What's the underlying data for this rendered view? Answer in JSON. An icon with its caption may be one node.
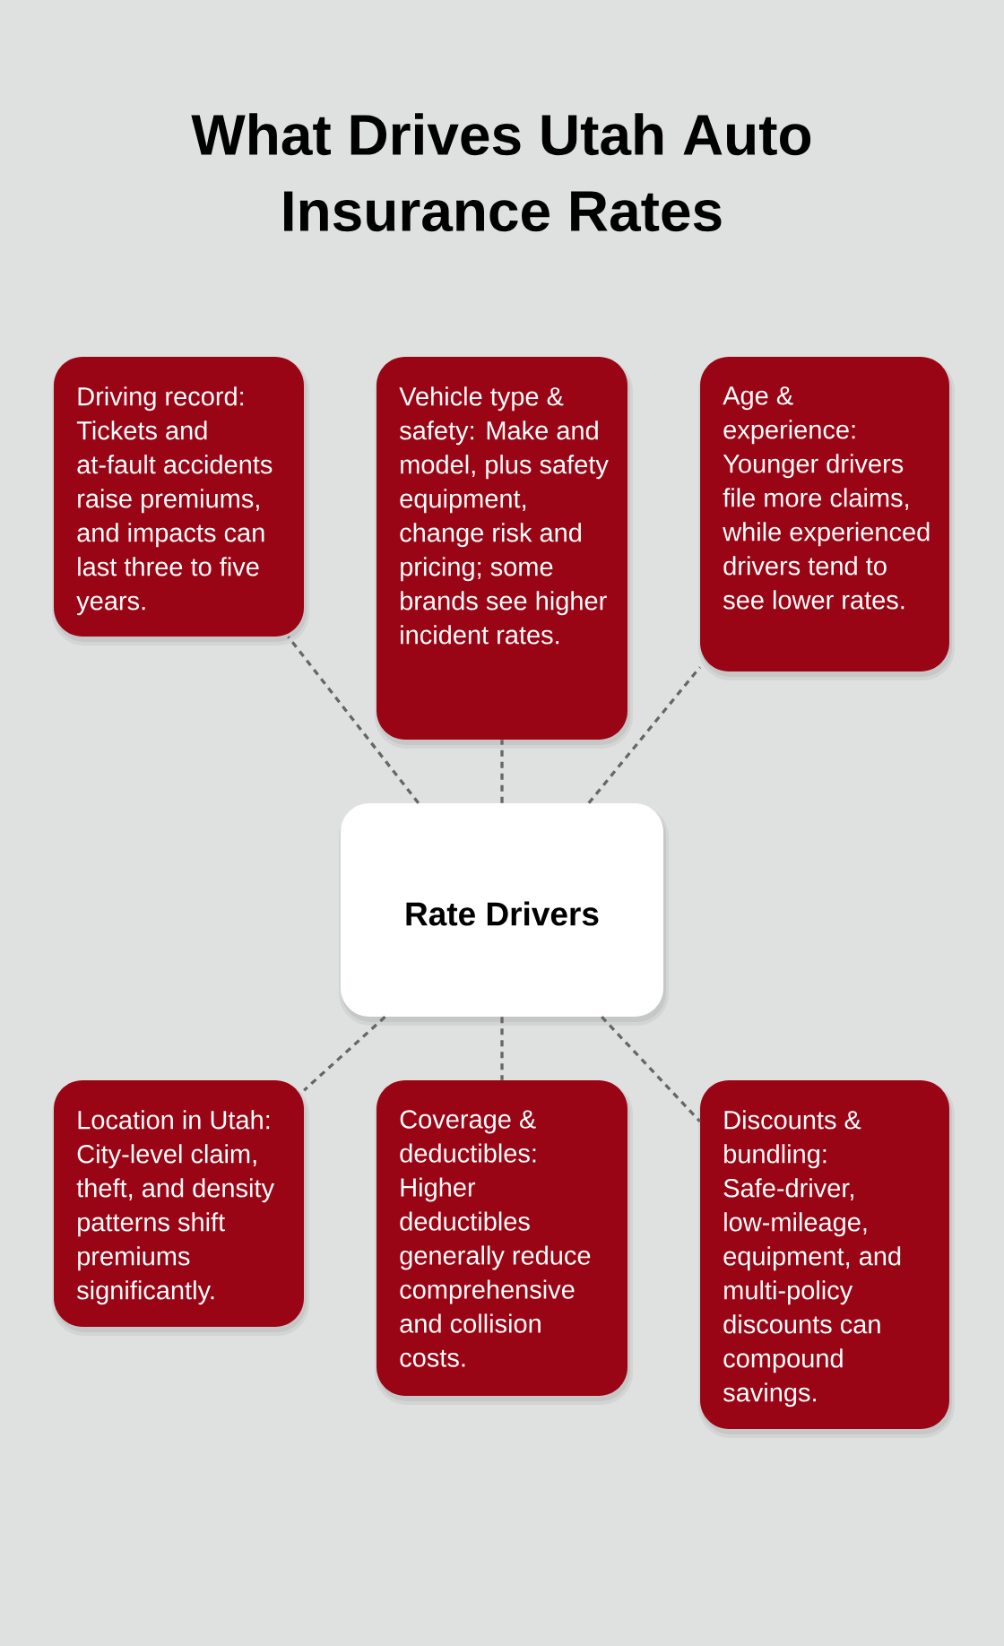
{
  "diagram": {
    "title": "What Drives Utah Auto Insurance Rates",
    "nodes": [
      {
        "text": [
          "Driving record: Tickets and at-fault accidents raise premiums, and impacts can last three to five years."
        ]
      },
      {
        "text": [
          "Vehicle type & safety: Make and model, plus safety equipment, change risk and pricing; some brands see higher incident rates."
        ]
      },
      {
        "text": [
          "Age & experience: Younger drivers file more claims, while experienced drivers tend to see lower rates."
        ]
      },
      {
        "text": [
          "Rate Drivers"
        ]
      },
      {
        "text": [
          "Location in Utah: City-level claim, theft, and density patterns shift premiums significantly."
        ]
      },
      {
        "text": [
          "Coverage & deductibles: Higher deductibles generally reduce comprehensive and collision costs."
        ]
      },
      {
        "text": [
          "Discounts & bundling: Safe-driver, low-mileage, equipment, and multi-policy discounts can compound savings."
        ]
      }
    ],
    "edges": [
      {
        "from": 3,
        "to": 0,
        "arrow": "none",
        "style": "dashed"
      },
      {
        "from": 3,
        "to": 1,
        "arrow": "none",
        "style": "dashed"
      },
      {
        "from": 3,
        "to": 2,
        "arrow": "none",
        "style": "dashed"
      },
      {
        "from": 3,
        "to": 4,
        "arrow": "none",
        "style": "dashed"
      },
      {
        "from": 3,
        "to": 5,
        "arrow": "none",
        "style": "dashed"
      },
      {
        "from": 3,
        "to": 6,
        "arrow": "none",
        "style": "dashed"
      }
    ]
  }
}
